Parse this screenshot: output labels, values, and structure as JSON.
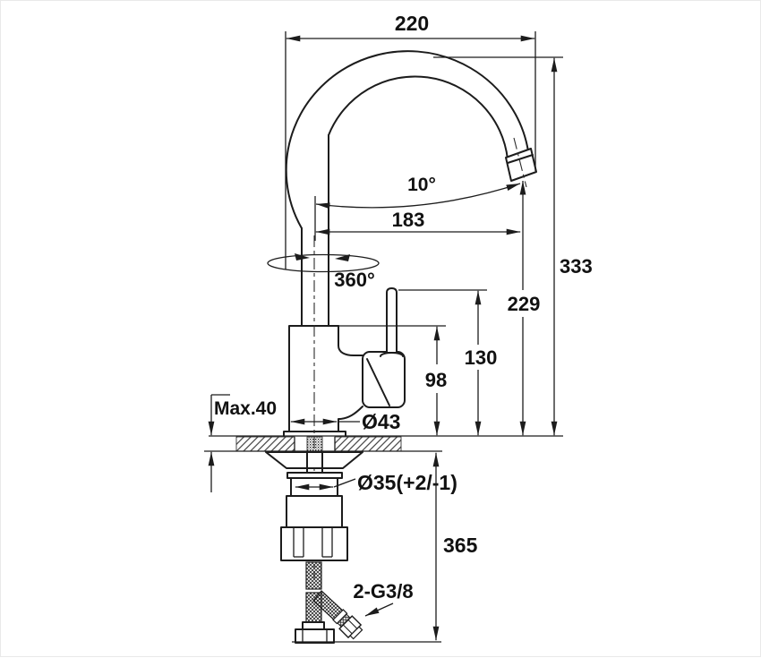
{
  "figure": {
    "type": "technical-dimension-drawing",
    "subject": "kitchen-faucet-installation-diagram",
    "units": "mm"
  },
  "labels": {
    "spout_width": "220",
    "spout_angle": "10°",
    "spout_reach": "183",
    "swivel": "360°",
    "overall_height": "333",
    "outlet_height": "229",
    "handle_height": "130",
    "body_height": "98",
    "max_thickness": "Max.40",
    "base_diameter": "Ø43",
    "hole_diameter": "Ø35(+2/-1)",
    "hose_length": "365",
    "connections": "2-G3/8"
  }
}
